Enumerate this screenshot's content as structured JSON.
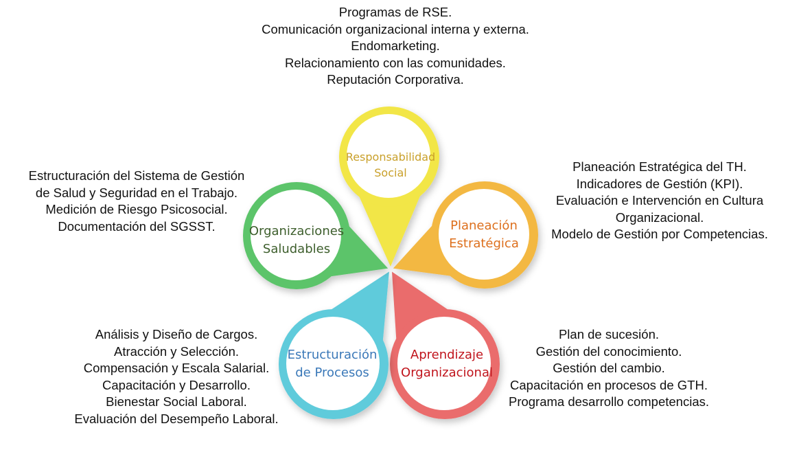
{
  "center": {
    "responsabilidad": {
      "line1": "Responsabilidad",
      "line2": "Social",
      "color": "#f2e646",
      "text_color": "#c9a02a"
    },
    "planeacion": {
      "line1": "Planeación",
      "line2": "Estratégica",
      "color": "#f3b843",
      "text_color": "#dd6f1c"
    },
    "aprendizaje": {
      "line1": "Aprendizaje",
      "line2": "Organizacional",
      "color": "#ea6c6c",
      "text_color": "#c0141c"
    },
    "estructuracion": {
      "line1": "Estructuración",
      "line2": "de Procesos",
      "color": "#5fcbdb",
      "text_color": "#3a78b8"
    },
    "organizaciones": {
      "line1": "Organizaciones",
      "line2": "Saludables",
      "color": "#5cc46b",
      "text_color": "#3d5e2c"
    }
  },
  "lists": {
    "responsabilidad": [
      "Programas de RSE.",
      "Comunicación organizacional interna y externa.",
      "Endomarketing.",
      "Relacionamiento con las comunidades.",
      "Reputación Corporativa."
    ],
    "organizaciones": [
      "Estructuración del Sistema de Gestión",
      "de Salud y Seguridad en el Trabajo.",
      "Medición de Riesgo Psicosocial.",
      "Documentación del SGSST."
    ],
    "planeacion": [
      "Planeación Estratégica del TH.",
      "Indicadores de Gestión (KPI).",
      "Evaluación e Intervención en Cultura",
      "Organizacional.",
      "Modelo de Gestión por Competencias."
    ],
    "estructuracion": [
      "Análisis y Diseño de Cargos.",
      "Atracción y Selección.",
      "Compensación y Escala Salarial.",
      "Capacitación y Desarrollo.",
      "Bienestar Social Laboral.",
      "Evaluación del Desempeño Laboral."
    ],
    "aprendizaje": [
      "Plan de sucesión.",
      "Gestión del conocimiento.",
      "Gestión del cambio.",
      "Capacitación en procesos de GTH.",
      "Programa desarrollo competencias."
    ]
  }
}
